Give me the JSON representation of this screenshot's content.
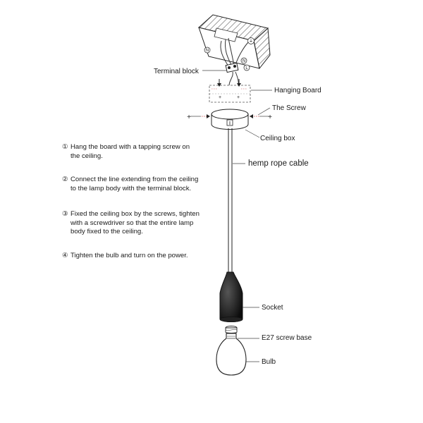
{
  "labels": {
    "terminal_block": "Terminal block",
    "hanging_board": "Hanging Board",
    "the_screw": "The Screw",
    "ceiling_box": "Ceiling box",
    "hemp_rope_cable": "hemp rope cable",
    "socket": "Socket",
    "e27_screw_base": "E27 screw base",
    "bulb": "Bulb"
  },
  "wire_marks": {
    "earth": "⏚",
    "live": "L",
    "neutral": "N"
  },
  "steps": [
    {
      "num": "①",
      "line1": "Hang the board with a tapping screw on",
      "line2": "the ceiling."
    },
    {
      "num": "②",
      "line1": "Connect the line extending from the ceiling",
      "line2": "to the lamp body with the terminal block."
    },
    {
      "num": "③",
      "line1": "Fixed the ceiling box by the screws, tighten",
      "line2": "with a screwdriver so that the entire lamp",
      "line3": "body fixed to the ceiling."
    },
    {
      "num": "④",
      "line1": "Tighten the bulb and turn on the power."
    }
  ]
}
